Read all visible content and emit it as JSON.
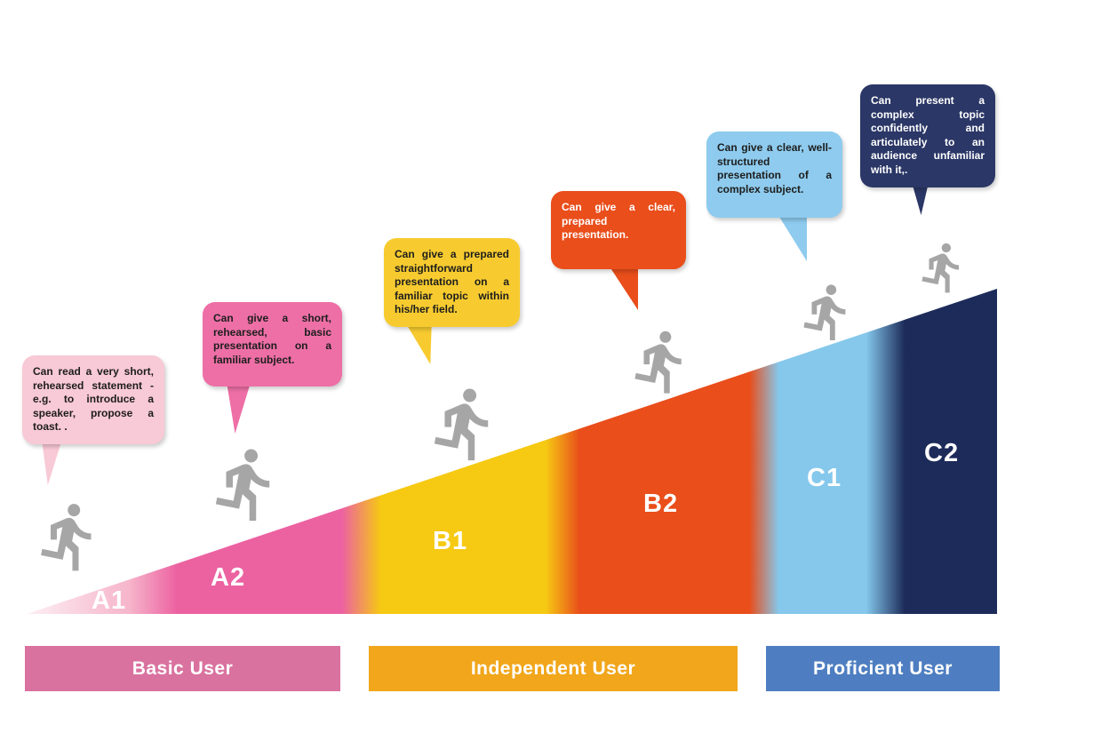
{
  "levels": [
    {
      "code": "A1",
      "bubble": "Can read a very short, rehearsed statement - e.g. to introduce a speaker, propose a toast. ."
    },
    {
      "code": "A2",
      "bubble": "Can give a short, rehearsed, basic presentation on a familiar subject."
    },
    {
      "code": "B1",
      "bubble": "Can give a prepared straightforward presentation on a familiar topic within his/her field."
    },
    {
      "code": "B2",
      "bubble": "Can give a clear, prepared presentation."
    },
    {
      "code": "C1",
      "bubble": "Can give a clear, well-structured presentation of a complex subject."
    },
    {
      "code": "C2",
      "bubble": "Can present a complex topic confidently and articulately to an audience unfamiliar with it,."
    }
  ],
  "user_bands": [
    {
      "label": "Basic User"
    },
    {
      "label": "Independent User"
    },
    {
      "label": "Proficient User"
    }
  ],
  "icons": {
    "runner": "running-person-silhouette"
  },
  "colors": {
    "a1": "#f9c6d5",
    "a2": "#ec62a1",
    "b1": "#f6c913",
    "b2": "#e94e1b",
    "c1": "#85c8ec",
    "c2": "#1c2b5a",
    "bubble-a1": "#f8c9d6",
    "bubble-a2": "#ed6fa6",
    "bubble-b1": "#f7cb2f",
    "bubble-b2": "#e94e1b",
    "bubble-c1": "#8ecbee",
    "bubble-c2": "#2b3766",
    "bar-basic": "#d9729f",
    "bar-independent": "#f1a61b",
    "bar-proficient": "#4e7ec1",
    "runner": "#a6a6a6"
  }
}
